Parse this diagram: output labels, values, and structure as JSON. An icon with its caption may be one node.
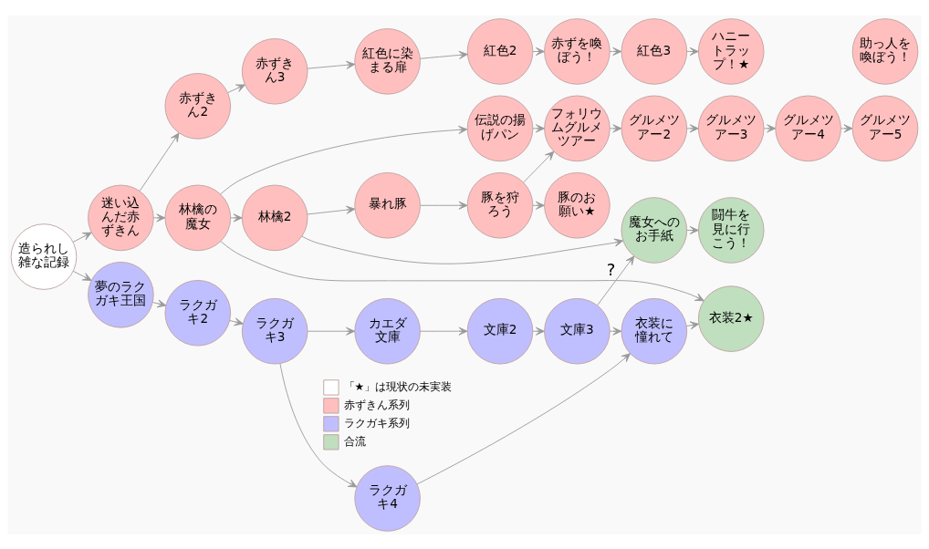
{
  "diagram": {
    "nodes": [
      {
        "text": [
          "造られし雑な記録"
        ]
      },
      {
        "text": [
          "迷い込んだ赤ずきん"
        ]
      },
      {
        "text": [
          "赤ずきん2"
        ]
      },
      {
        "text": [
          "赤ずきん3"
        ]
      },
      {
        "text": [
          "紅色に染まる扉"
        ]
      },
      {
        "text": [
          "紅色2"
        ]
      },
      {
        "text": [
          "赤ずを喚ぼう！"
        ]
      },
      {
        "text": [
          "紅色3"
        ]
      },
      {
        "text": [
          "ハニートラップ！★"
        ]
      },
      {
        "text": [
          "助っ人を喚ぼう！"
        ]
      },
      {
        "text": [
          "伝説の揚げパン"
        ]
      },
      {
        "text": [
          "フォリウムグルメツアー"
        ]
      },
      {
        "text": [
          "グルメツアー2"
        ]
      },
      {
        "text": [
          "グルメツアー3"
        ]
      },
      {
        "text": [
          "グルメツアー4"
        ]
      },
      {
        "text": [
          "グルメツアー5"
        ]
      },
      {
        "text": [
          "林檎の魔女"
        ]
      },
      {
        "text": [
          "林檎2"
        ]
      },
      {
        "text": [
          "暴れ豚"
        ]
      },
      {
        "text": [
          "豚を狩ろう"
        ]
      },
      {
        "text": [
          "豚のお願い★"
        ]
      },
      {
        "text": [
          "魔女へのお手紙"
        ]
      },
      {
        "text": [
          "闘牛を見に行こう！"
        ]
      },
      {
        "text": [
          "衣装2★"
        ]
      },
      {
        "text": [
          "衣装に憧れて"
        ]
      },
      {
        "text": [
          "夢のラクガキ王国"
        ]
      },
      {
        "text": [
          "ラクガキ2"
        ]
      },
      {
        "text": [
          "ラクガキ3"
        ]
      },
      {
        "text": [
          "ラクガキ4"
        ]
      },
      {
        "text": [
          "カエダ文庫"
        ]
      },
      {
        "text": [
          "文庫2"
        ]
      },
      {
        "text": [
          "文庫3"
        ]
      }
    ],
    "edges": [
      {
        "from": 0,
        "to": 1,
        "arrow": "to"
      },
      {
        "from": 0,
        "to": 25,
        "arrow": "to"
      },
      {
        "from": 1,
        "to": 2,
        "arrow": "to"
      },
      {
        "from": 1,
        "to": 16,
        "arrow": "to"
      },
      {
        "from": 2,
        "to": 3,
        "arrow": "to"
      },
      {
        "from": 3,
        "to": 4,
        "arrow": "to"
      },
      {
        "from": 4,
        "to": 5,
        "arrow": "to"
      },
      {
        "from": 5,
        "to": 6,
        "arrow": "to"
      },
      {
        "from": 6,
        "to": 7,
        "arrow": "to"
      },
      {
        "from": 7,
        "to": 8,
        "arrow": "to"
      },
      {
        "from": 16,
        "to": 10,
        "arrow": "to"
      },
      {
        "from": 16,
        "to": 17,
        "arrow": "to"
      },
      {
        "from": 16,
        "to": 23,
        "arrow": "to"
      },
      {
        "from": 10,
        "to": 11,
        "arrow": "to"
      },
      {
        "from": 11,
        "to": 12,
        "arrow": "to"
      },
      {
        "from": 12,
        "to": 13,
        "arrow": "to"
      },
      {
        "from": 13,
        "to": 14,
        "arrow": "to"
      },
      {
        "from": 14,
        "to": 15,
        "arrow": "to"
      },
      {
        "from": 17,
        "to": 18,
        "arrow": "to"
      },
      {
        "from": 18,
        "to": 19,
        "arrow": "to"
      },
      {
        "from": 19,
        "to": 11,
        "arrow": "to"
      },
      {
        "from": 19,
        "to": 20,
        "arrow": "to"
      },
      {
        "from": 17,
        "to": 21,
        "arrow": "to"
      },
      {
        "from": 21,
        "to": 22,
        "arrow": "to"
      },
      {
        "from": 25,
        "to": 26,
        "arrow": "to"
      },
      {
        "from": 26,
        "to": 27,
        "arrow": "to"
      },
      {
        "from": 27,
        "to": 28,
        "arrow": "to"
      },
      {
        "from": 27,
        "to": 29,
        "arrow": "to"
      },
      {
        "from": 28,
        "to": 24,
        "arrow": "to"
      },
      {
        "from": 29,
        "to": 30,
        "arrow": "to"
      },
      {
        "from": 30,
        "to": 31,
        "arrow": "to"
      },
      {
        "from": 31,
        "to": 24,
        "arrow": "to"
      },
      {
        "from": 24,
        "to": 23,
        "arrow": "to"
      },
      {
        "from": 31,
        "to": 21,
        "arrow": "to",
        "label": "?"
      }
    ],
    "legend": [
      {
        "text": "「★」は現状の未実装",
        "color": "#ffffff"
      },
      {
        "text": "赤ずきん系列",
        "color": "#ffbfbf"
      },
      {
        "text": "ラクガキ系列",
        "color": "#bfbfff"
      },
      {
        "text": "合流",
        "color": "#bfdfbf"
      }
    ]
  }
}
